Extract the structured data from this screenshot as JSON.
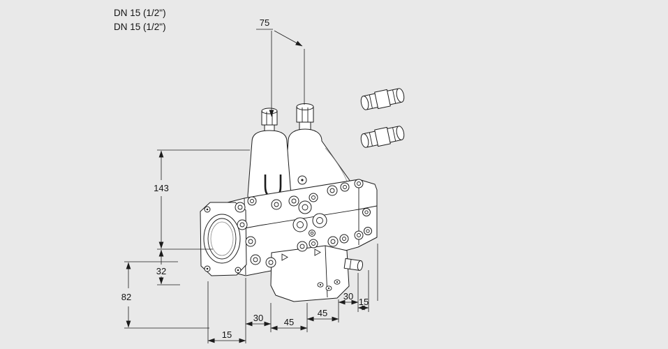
{
  "drawing": {
    "connection_labels": {
      "dn_1": "DN 15 (1/2\")",
      "dn_2": "DN 15 (1/2\")"
    },
    "dimensions": {
      "top_width": "75",
      "height_total": "143",
      "flange_offset": "32",
      "bottom_height": "82",
      "chain_15_left": "15",
      "chain_30_left": "30",
      "chain_45_left": "45",
      "chain_45_right": "45",
      "chain_30_right": "30",
      "chain_15_right": "15"
    },
    "colors": {
      "background": "#e9e9e9",
      "line": "#1c1c1c",
      "fill": "#ffffff"
    }
  }
}
